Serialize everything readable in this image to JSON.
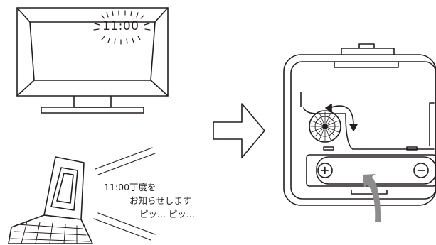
{
  "tv": {
    "time": "11:00"
  },
  "phone": {
    "announcement": {
      "line1": "11:00丁度を",
      "line2": "お知らせします",
      "line3": "ピッ... ピッ..."
    }
  },
  "battery": {
    "plus_symbol": "+",
    "minus_symbol": "−"
  },
  "colors": {
    "stroke": "#231f20",
    "arrow_gray": "#8c8c8c",
    "background": "#ffffff"
  }
}
